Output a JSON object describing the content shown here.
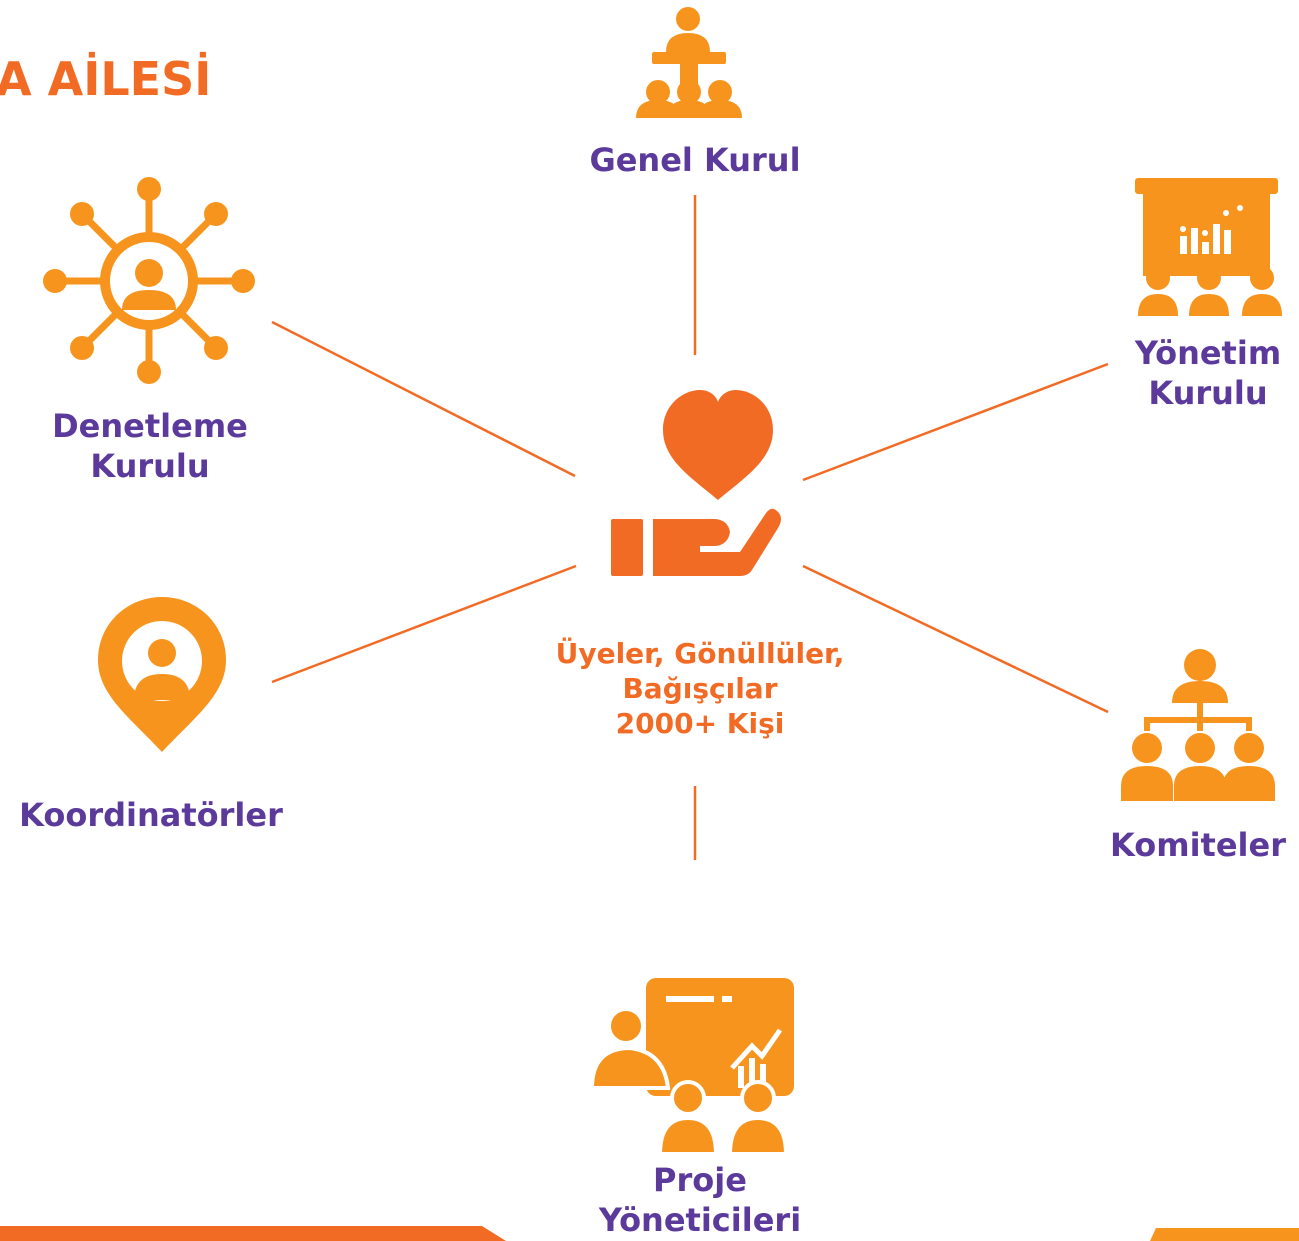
{
  "title": "A AİLESİ",
  "center": {
    "line1": "Üyeler, Gönüllüler,",
    "line2": "Bağışçılar",
    "line3": "2000+ Kişi",
    "icon": "heart-hand-icon"
  },
  "nodes": {
    "genel_kurul": {
      "label": "Genel Kurul",
      "icon": "podium-audience-icon"
    },
    "yonetim_kurulu": {
      "line1": "Yönetim",
      "line2": "Kurulu",
      "icon": "board-presentation-icon"
    },
    "denetleme_kurulu": {
      "line1": "Denetleme",
      "line2": "Kurulu",
      "icon": "network-person-icon"
    },
    "koordinatorler": {
      "label": "Koordinatörler",
      "icon": "location-person-icon"
    },
    "komiteler": {
      "label": "Komiteler",
      "icon": "hierarchy-people-icon"
    },
    "proje_yoneticileri": {
      "line1": "Proje",
      "line2": "Yöneticileri",
      "icon": "project-presentation-icon"
    }
  },
  "colors": {
    "orange": "#f7941d",
    "red_orange": "#f26b25",
    "purple": "#5b3a9c"
  }
}
